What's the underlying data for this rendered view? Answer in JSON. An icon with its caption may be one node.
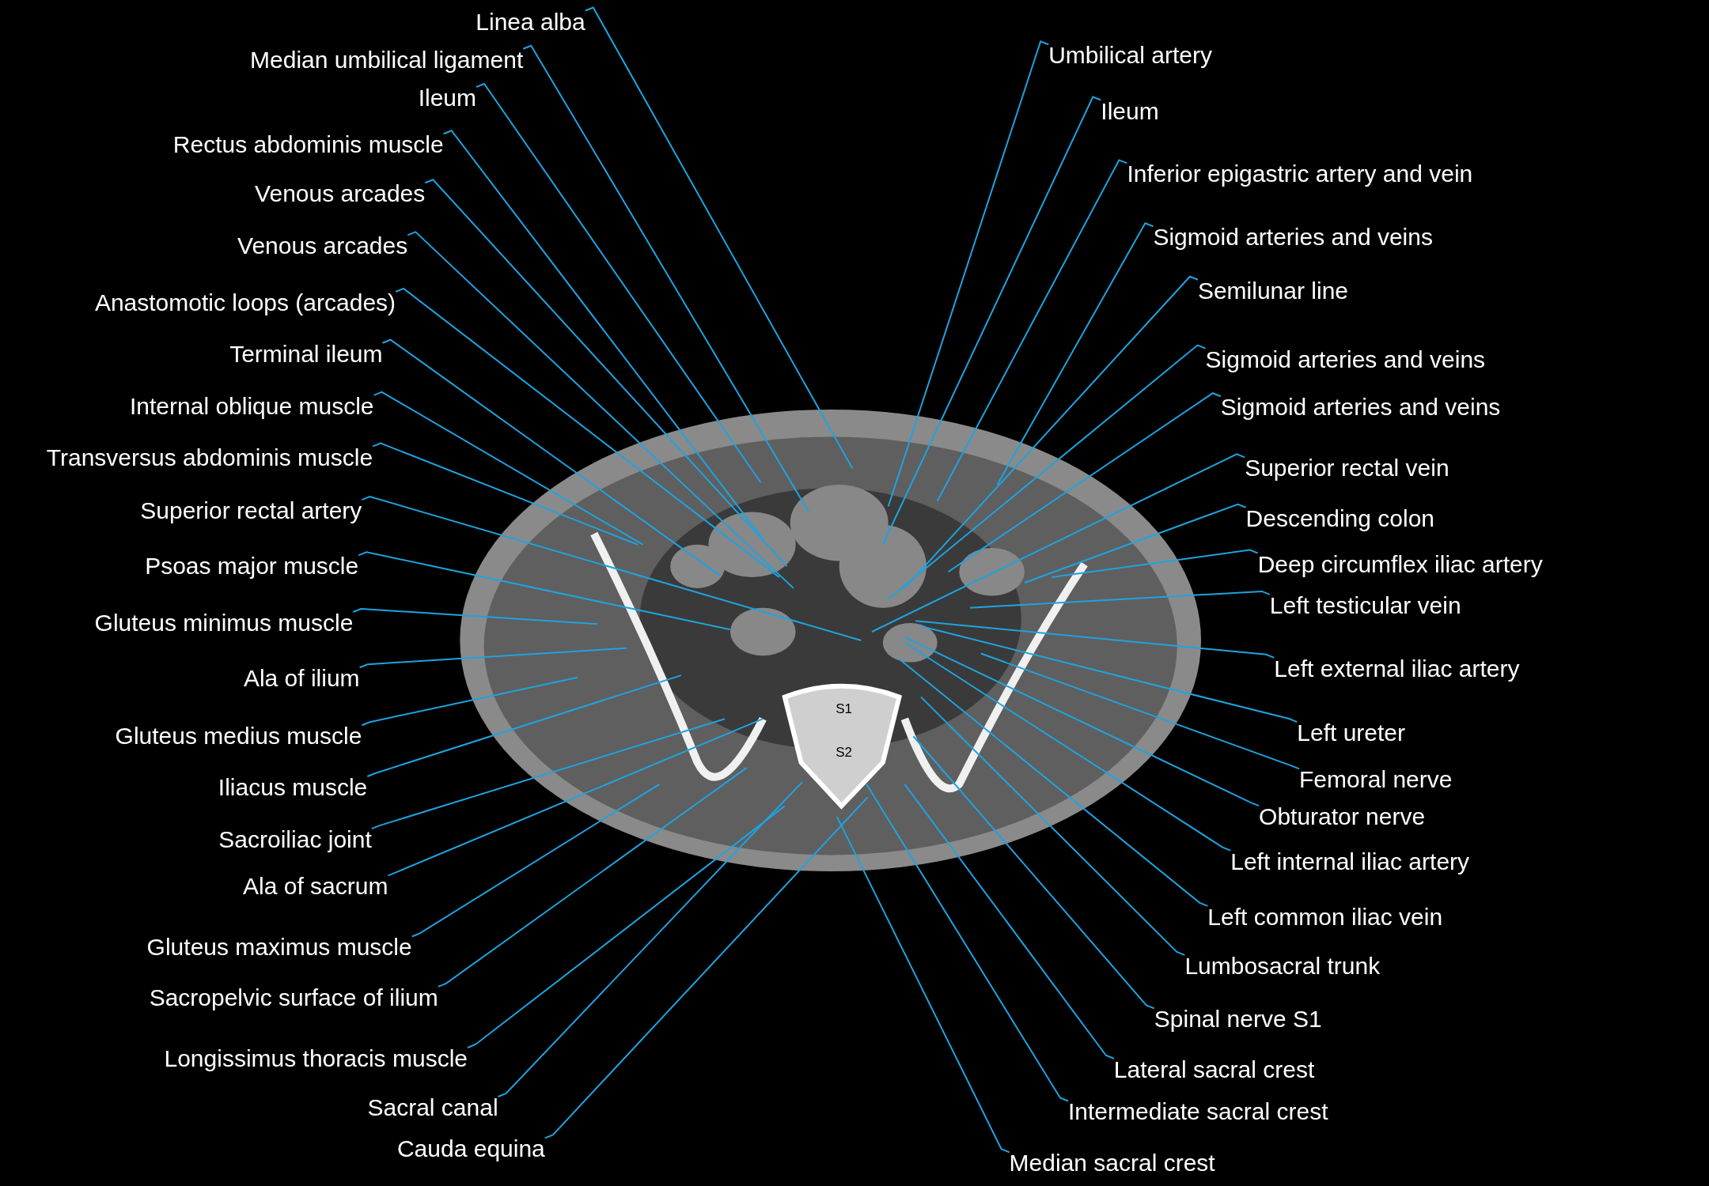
{
  "diagram": {
    "nodes": [
      {
        "text": [
          "Linea alba"
        ]
      },
      {
        "text": [
          "Median umbilical ligament"
        ]
      },
      {
        "text": [
          "Ileum"
        ]
      },
      {
        "text": [
          "Rectus abdominis muscle"
        ]
      },
      {
        "text": [
          "Venous arcades"
        ]
      },
      {
        "text": [
          "Venous arcades"
        ]
      },
      {
        "text": [
          "Anastomotic loops (arcades)"
        ]
      },
      {
        "text": [
          "Terminal ileum"
        ]
      },
      {
        "text": [
          "Internal oblique muscle"
        ]
      },
      {
        "text": [
          "Transversus abdominis muscle"
        ]
      },
      {
        "text": [
          "Superior rectal artery"
        ]
      },
      {
        "text": [
          "Psoas major muscle"
        ]
      },
      {
        "text": [
          "Gluteus minimus muscle"
        ]
      },
      {
        "text": [
          "Ala of ilium"
        ]
      },
      {
        "text": [
          "Gluteus medius muscle"
        ]
      },
      {
        "text": [
          "Iliacus muscle"
        ]
      },
      {
        "text": [
          "Sacroiliac joint"
        ]
      },
      {
        "text": [
          "Ala of sacrum"
        ]
      },
      {
        "text": [
          "Gluteus maximus muscle"
        ]
      },
      {
        "text": [
          "Sacropelvic surface of ilium"
        ]
      },
      {
        "text": [
          "Longissimus thoracis muscle"
        ]
      },
      {
        "text": [
          "Sacral canal"
        ]
      },
      {
        "text": [
          "Cauda equina"
        ]
      },
      {
        "text": [
          "Umbilical artery"
        ]
      },
      {
        "text": [
          "Ileum"
        ]
      },
      {
        "text": [
          "Inferior epigastric artery and vein"
        ]
      },
      {
        "text": [
          "Sigmoid arteries and veins"
        ]
      },
      {
        "text": [
          "Semilunar line"
        ]
      },
      {
        "text": [
          "Sigmoid arteries and veins"
        ]
      },
      {
        "text": [
          "Sigmoid arteries and veins"
        ]
      },
      {
        "text": [
          "Superior rectal vein"
        ]
      },
      {
        "text": [
          "Descending colon"
        ]
      },
      {
        "text": [
          "Deep circumflex iliac artery"
        ]
      },
      {
        "text": [
          "Left testicular vein"
        ]
      },
      {
        "text": [
          "Left external iliac artery"
        ]
      },
      {
        "text": [
          "Left ureter"
        ]
      },
      {
        "text": [
          "Femoral nerve"
        ]
      },
      {
        "text": [
          "Obturator nerve"
        ]
      },
      {
        "text": [
          "Left internal iliac artery"
        ]
      },
      {
        "text": [
          "Left common iliac vein"
        ]
      },
      {
        "text": [
          "Lumbosacral trunk"
        ]
      },
      {
        "text": [
          "Spinal nerve S1"
        ]
      },
      {
        "text": [
          "Lateral sacral crest"
        ]
      },
      {
        "text": [
          "Intermediate sacral crest"
        ]
      },
      {
        "text": [
          "Median sacral crest"
        ]
      }
    ],
    "edges": [
      {
        "from": 0,
        "to": null,
        "arrow": "none"
      },
      {
        "from": 1,
        "to": null,
        "arrow": "none"
      },
      {
        "from": 2,
        "to": null,
        "arrow": "none"
      },
      {
        "from": 3,
        "to": null,
        "arrow": "none"
      },
      {
        "from": 4,
        "to": null,
        "arrow": "none"
      },
      {
        "from": 5,
        "to": null,
        "arrow": "none"
      },
      {
        "from": 6,
        "to": null,
        "arrow": "none"
      },
      {
        "from": 7,
        "to": null,
        "arrow": "none"
      },
      {
        "from": 8,
        "to": null,
        "arrow": "none"
      },
      {
        "from": 9,
        "to": null,
        "arrow": "none"
      },
      {
        "from": 10,
        "to": null,
        "arrow": "none"
      },
      {
        "from": 11,
        "to": null,
        "arrow": "none"
      },
      {
        "from": 12,
        "to": null,
        "arrow": "none"
      },
      {
        "from": 13,
        "to": null,
        "arrow": "none"
      },
      {
        "from": 14,
        "to": null,
        "arrow": "none"
      },
      {
        "from": 15,
        "to": null,
        "arrow": "none"
      },
      {
        "from": 16,
        "to": null,
        "arrow": "none"
      },
      {
        "from": 17,
        "to": null,
        "arrow": "none"
      },
      {
        "from": 18,
        "to": null,
        "arrow": "none"
      },
      {
        "from": 19,
        "to": null,
        "arrow": "none"
      },
      {
        "from": 20,
        "to": null,
        "arrow": "none"
      },
      {
        "from": 21,
        "to": null,
        "arrow": "none"
      },
      {
        "from": 22,
        "to": null,
        "arrow": "none"
      },
      {
        "from": 23,
        "to": null,
        "arrow": "none"
      },
      {
        "from": 24,
        "to": null,
        "arrow": "none"
      },
      {
        "from": 25,
        "to": null,
        "arrow": "none"
      },
      {
        "from": 26,
        "to": null,
        "arrow": "none"
      },
      {
        "from": 27,
        "to": null,
        "arrow": "none"
      },
      {
        "from": 28,
        "to": null,
        "arrow": "none"
      },
      {
        "from": 29,
        "to": null,
        "arrow": "none"
      },
      {
        "from": 30,
        "to": null,
        "arrow": "none"
      },
      {
        "from": 31,
        "to": null,
        "arrow": "none"
      },
      {
        "from": 32,
        "to": null,
        "arrow": "none"
      },
      {
        "from": 33,
        "to": null,
        "arrow": "none"
      },
      {
        "from": 34,
        "to": null,
        "arrow": "none"
      },
      {
        "from": 35,
        "to": null,
        "arrow": "none"
      },
      {
        "from": 36,
        "to": null,
        "arrow": "none"
      },
      {
        "from": 37,
        "to": null,
        "arrow": "none"
      },
      {
        "from": 38,
        "to": null,
        "arrow": "none"
      },
      {
        "from": 39,
        "to": null,
        "arrow": "none"
      },
      {
        "from": 40,
        "to": null,
        "arrow": "none"
      },
      {
        "from": 41,
        "to": null,
        "arrow": "none"
      },
      {
        "from": 42,
        "to": null,
        "arrow": "none"
      },
      {
        "from": 43,
        "to": null,
        "arrow": "none"
      },
      {
        "from": 44,
        "to": null,
        "arrow": "none"
      }
    ],
    "labels": [
      "S1",
      "S2"
    ]
  }
}
